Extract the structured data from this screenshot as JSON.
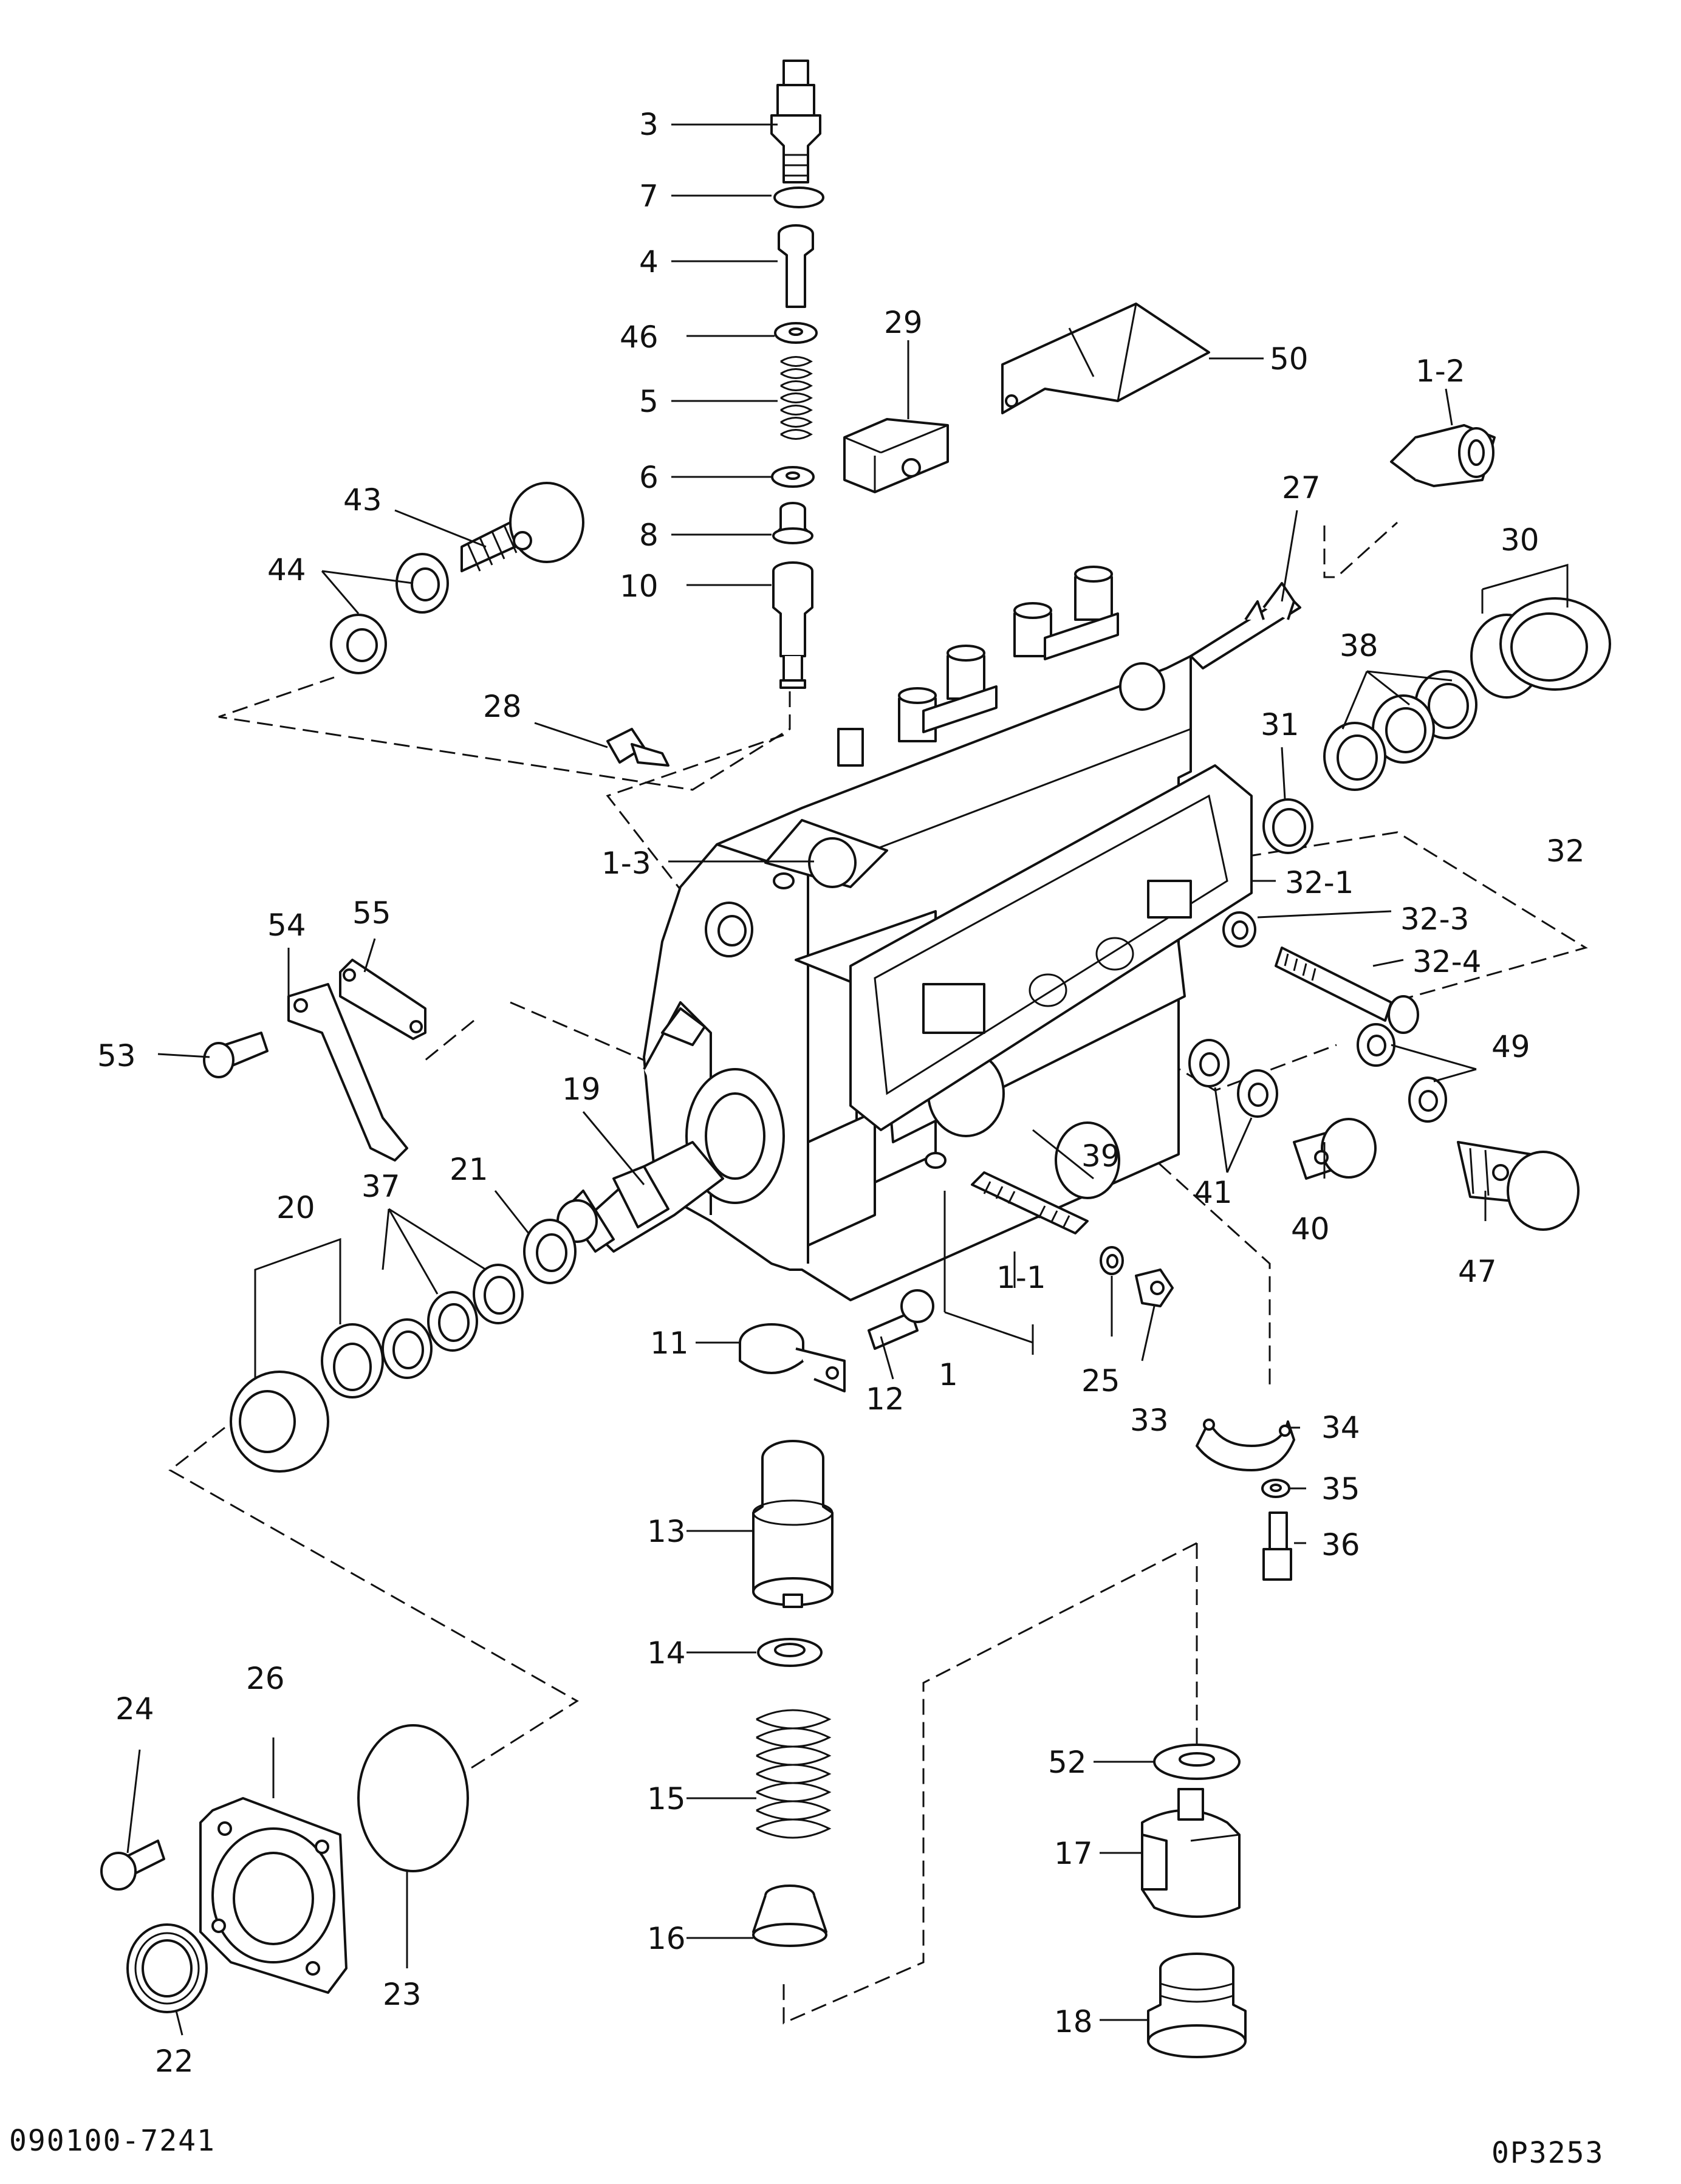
{
  "diagram": {
    "drawing_number": "090100-7241",
    "figure_code": "0P3253"
  },
  "callouts": [
    {
      "id": "c3",
      "text": "3"
    },
    {
      "id": "c7",
      "text": "7"
    },
    {
      "id": "c4",
      "text": "4"
    },
    {
      "id": "c46",
      "text": "46"
    },
    {
      "id": "c5",
      "text": "5"
    },
    {
      "id": "c6",
      "text": "6"
    },
    {
      "id": "c8",
      "text": "8"
    },
    {
      "id": "c10",
      "text": "10"
    },
    {
      "id": "c29",
      "text": "29"
    },
    {
      "id": "c50",
      "text": "50"
    },
    {
      "id": "c1-2",
      "text": "1-2"
    },
    {
      "id": "c27",
      "text": "27"
    },
    {
      "id": "c43",
      "text": "43"
    },
    {
      "id": "c44",
      "text": "44"
    },
    {
      "id": "c30",
      "text": "30"
    },
    {
      "id": "c38",
      "text": "38"
    },
    {
      "id": "c28",
      "text": "28"
    },
    {
      "id": "c31",
      "text": "31"
    },
    {
      "id": "c1-3",
      "text": "1-3"
    },
    {
      "id": "c32",
      "text": "32"
    },
    {
      "id": "c32-1",
      "text": "32-1"
    },
    {
      "id": "c32-3",
      "text": "32-3"
    },
    {
      "id": "c32-4",
      "text": "32-4"
    },
    {
      "id": "c54",
      "text": "54"
    },
    {
      "id": "c55",
      "text": "55"
    },
    {
      "id": "c53",
      "text": "53"
    },
    {
      "id": "c19",
      "text": "19"
    },
    {
      "id": "c49",
      "text": "49"
    },
    {
      "id": "c21",
      "text": "21"
    },
    {
      "id": "c39",
      "text": "39"
    },
    {
      "id": "c37",
      "text": "37"
    },
    {
      "id": "c41",
      "text": "41"
    },
    {
      "id": "c40",
      "text": "40"
    },
    {
      "id": "c47",
      "text": "47"
    },
    {
      "id": "c20",
      "text": "20"
    },
    {
      "id": "c1-1",
      "text": "1-1"
    },
    {
      "id": "c11",
      "text": "11"
    },
    {
      "id": "c12",
      "text": "12"
    },
    {
      "id": "c1",
      "text": "1"
    },
    {
      "id": "c25",
      "text": "25"
    },
    {
      "id": "c33",
      "text": "33"
    },
    {
      "id": "c34",
      "text": "34"
    },
    {
      "id": "c35",
      "text": "35"
    },
    {
      "id": "c13",
      "text": "13"
    },
    {
      "id": "c36",
      "text": "36"
    },
    {
      "id": "c14",
      "text": "14"
    },
    {
      "id": "c24",
      "text": "24"
    },
    {
      "id": "c26",
      "text": "26"
    },
    {
      "id": "c52",
      "text": "52"
    },
    {
      "id": "c15",
      "text": "15"
    },
    {
      "id": "c17",
      "text": "17"
    },
    {
      "id": "c23",
      "text": "23"
    },
    {
      "id": "c16",
      "text": "16"
    },
    {
      "id": "c18",
      "text": "18"
    },
    {
      "id": "c22",
      "text": "22"
    }
  ]
}
